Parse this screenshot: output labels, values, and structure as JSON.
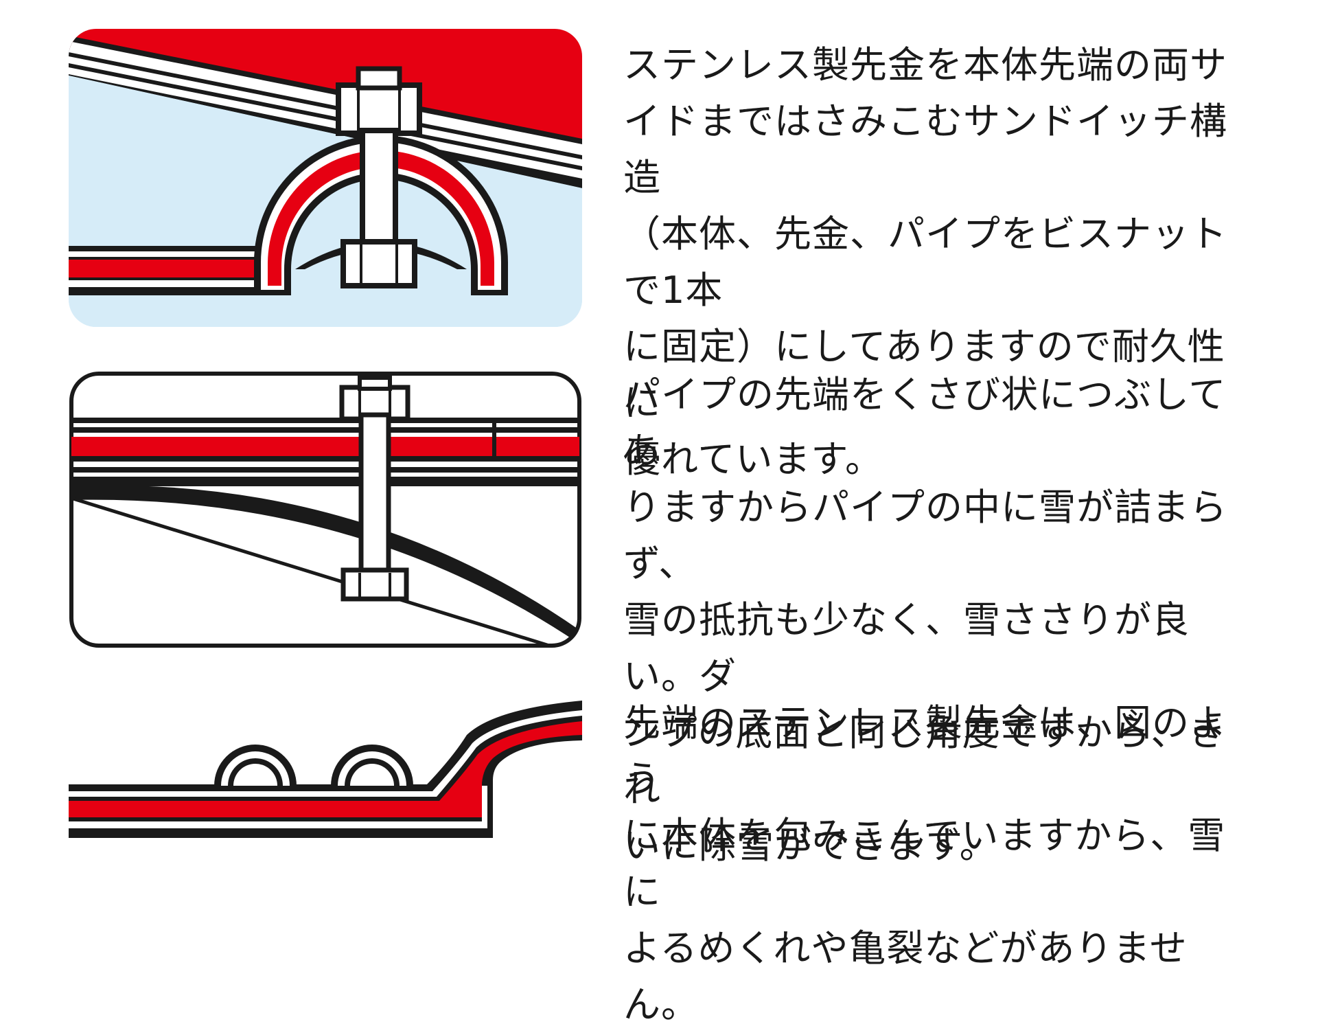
{
  "sections": [
    {
      "description": "ステンレス製先金を本体先端の両サ\nイドまではさみこむサンドイッチ構造\n（本体、先金、パイプをビスナットで1本\nに固定）にしてありますので耐久性に\n優れています。"
    },
    {
      "description": "パイプの先端をくさび状につぶしてあ\nりますからパイプの中に雪が詰まらず、\n雪の抵抗も少なく、雪ささりが良い。ダ\nンプの底面と同じ角度ですから、きれ\nいに除雪ができます。"
    },
    {
      "description": "先端のステンレス製先金は、図のよう\nに本体を包みこんでいますから、雪に\nよるめくれや亀裂などがありません。"
    }
  ],
  "colors": {
    "red": "#e60012",
    "light_blue": "#d6ecf8",
    "black": "#1a1a1a",
    "white": "#ffffff"
  }
}
